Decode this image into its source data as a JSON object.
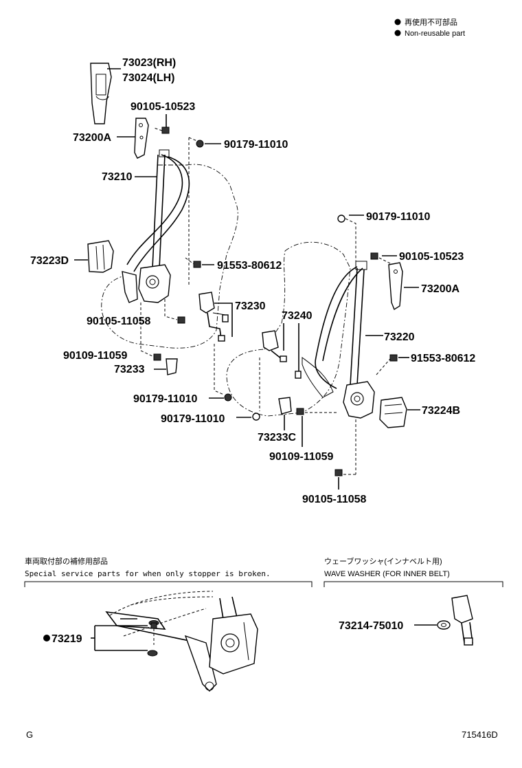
{
  "legend": {
    "jp": "再使用不可部品",
    "en": "Non-reusable part"
  },
  "parts": {
    "p73023": "73023(RH)",
    "p73024": "73024(LH)",
    "p90105_10523_a": "90105-10523",
    "p73200A_a": "73200A",
    "p90179_11010_a": "90179-11010",
    "p73210": "73210",
    "p73223D": "73223D",
    "p91553_80612_a": "91553-80612",
    "p73230": "73230",
    "p90105_11058_a": "90105-11058",
    "p90109_11059_a": "90109-11059",
    "p73233": "73233",
    "p90179_11010_b": "90179-11010",
    "p90179_11010_c": "90179-11010",
    "p90179_11010_d": "90179-11010",
    "p90105_10523_b": "90105-10523",
    "p73200A_b": "73200A",
    "p73240": "73240",
    "p73220": "73220",
    "p91553_80612_b": "91553-80612",
    "p73224B": "73224B",
    "p73233C": "73233C",
    "p90109_11059_b": "90109-11059",
    "p90105_11058_b": "90105-11058"
  },
  "section_left": {
    "title_jp": "車両取付部の補修用部品",
    "title_en": "Special service parts for when only stopper is broken.",
    "part": "73219"
  },
  "section_right": {
    "title_jp": "ウェーブワッシャ(インナベルト用)",
    "title_en": "WAVE WASHER (FOR INNER BELT)",
    "part": "73214-75010"
  },
  "footer": {
    "left": "G",
    "right": "715416D"
  }
}
